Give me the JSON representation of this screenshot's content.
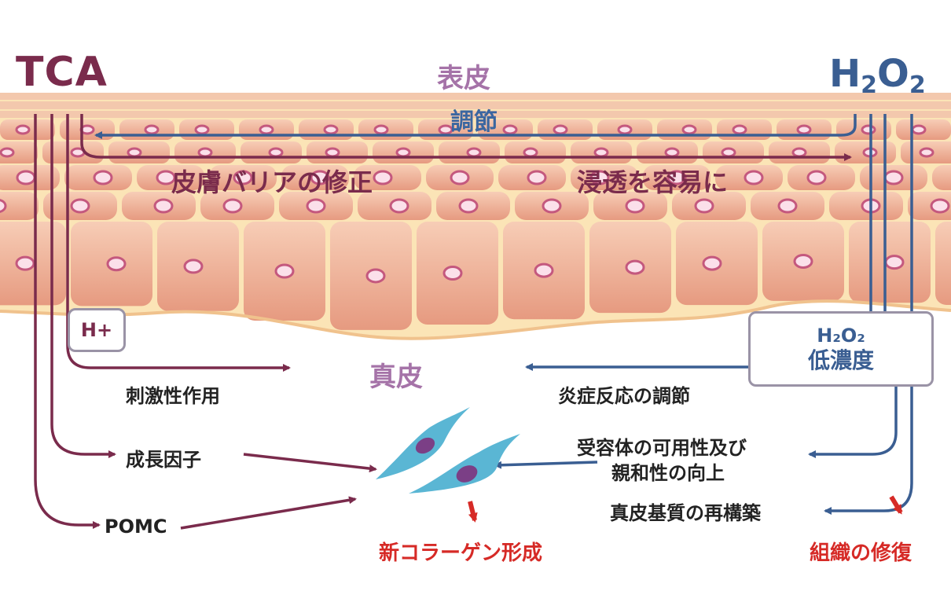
{
  "labels": {
    "tca": "TCA",
    "h2o2_letter_h": "H",
    "h2o2_sub_1": "2",
    "h2o2_letter_o": "O",
    "h2o2_sub_2": "2",
    "epidermis": "表皮",
    "regulation": "調節",
    "barrier_repair": "皮膚バリアの修正",
    "easy_penetration": "浸透を容易に",
    "h_plus": "H+",
    "dermis": "真皮",
    "box_h2o2": "H₂O₂",
    "box_low_conc": "低濃度",
    "irritation": "刺激性作用",
    "growth_factor": "成長因子",
    "pomc": "POMC",
    "inflammation": "炎症反応の調節",
    "receptor_line1": "受容体の可用性及び",
    "receptor_line2": "親和性の向上",
    "dermal_matrix": "真皮基質の再構築",
    "new_collagen": "新コラーゲン形成",
    "tissue_repair": "組織の修復"
  },
  "colors": {
    "tca_plum": "#7a2b4c",
    "h2o2_blue": "#3a5e92",
    "layer_purple": "#a573a8",
    "result_red": "#d62a26",
    "skin_cell": "#eca889",
    "cell_border": "#fbe4b6",
    "nucleus": "#c4587e",
    "fibroblast": "#5ab6d4"
  }
}
